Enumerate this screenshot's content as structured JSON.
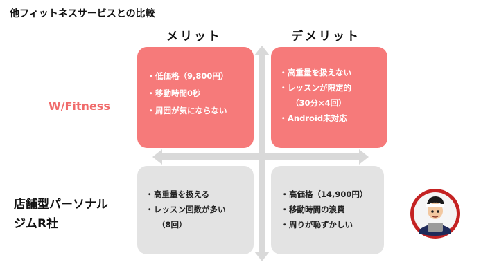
{
  "title": "他フィットネスサービスとの比較",
  "columns": {
    "merit": "メリット",
    "demerit": "デメリット"
  },
  "rows": {
    "wfitness": "W/Fitness",
    "store_line1": "店舗型パーソナル",
    "store_line2": "ジムR社"
  },
  "bullet": "・",
  "quadrants": {
    "wfitness_merit": [
      "低価格（9,800円）",
      "移動時間0秒",
      "周囲が気にならない"
    ],
    "wfitness_demerit": {
      "item1": "高重量を扱えない",
      "item2": "レッスンが限定的",
      "item2_cont": "（30分×4回）",
      "item3": "Android未対応"
    },
    "store_merit": {
      "item1": "高重量を扱える",
      "item2": "レッスン回数が多い",
      "item2_cont": "（8回）"
    },
    "store_demerit": [
      "高価格（14,900円）",
      "移動時間の浪費",
      "周りが恥ずかしい"
    ]
  },
  "colors": {
    "wfitness_accent": "#f06b6b",
    "box_pink": "#f67a7a",
    "box_gray": "#e3e3e3",
    "axis": "#d9d9d9"
  },
  "icons": {
    "axes": "four-way-arrow-icon",
    "mascot": "mascot-avatar-icon"
  }
}
